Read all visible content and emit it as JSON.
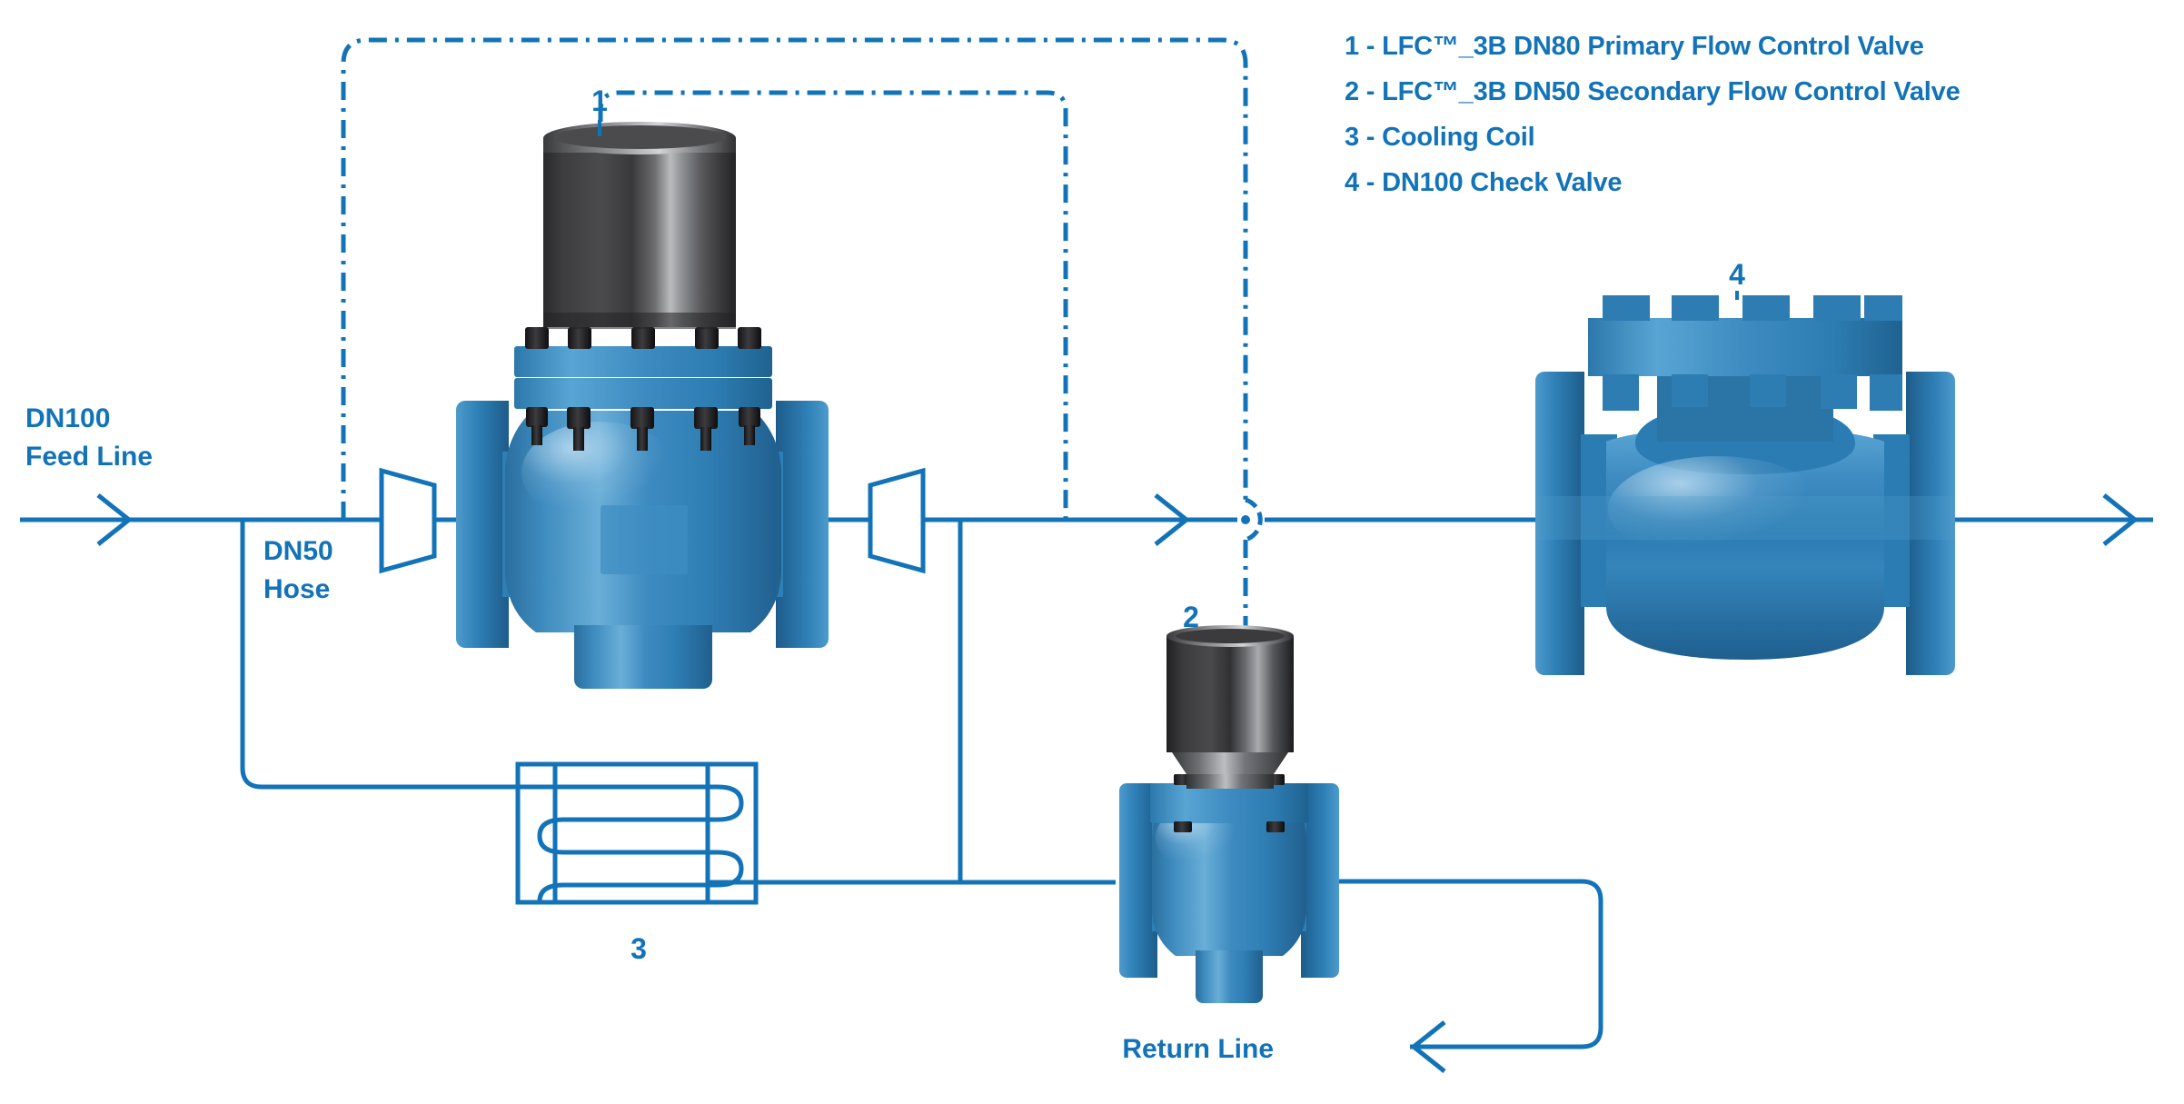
{
  "meta": {
    "title": "LFC 3B Flow Control Valve Piping Schematic",
    "accent_blue": "#1273b8",
    "line_blue": "#1273b8",
    "valve_blue": "#2b7fb5",
    "valve_blue_dark": "#1d5e8c",
    "valve_blue_light": "#5ba3d0",
    "actuator_dark": "#3a3a3c",
    "actuator_light": "#c9cbcd",
    "background": "#ffffff"
  },
  "legend": {
    "items": [
      {
        "number": "1",
        "dash": "-",
        "text": "LFC™_3B DN80 Primary Flow Control Valve"
      },
      {
        "number": "2",
        "dash": "-",
        "text": "LFC™_3B DN50 Secondary Flow Control Valve"
      },
      {
        "number": "3",
        "dash": "-",
        "text": "Cooling Coil"
      },
      {
        "number": "4",
        "dash": "-",
        "text": "DN100 Check Valve"
      }
    ],
    "lines": [
      "1 - LFC™_3B DN80 Primary Flow Control Valve",
      "2 - LFC™_3B DN50 Secondary Flow Control Valve",
      "3 - Cooling Coil",
      "4 - DN100 Check Valve"
    ]
  },
  "labels": {
    "feed_line_1": "DN100",
    "feed_line_2": "Feed Line",
    "hose_1": "DN50",
    "hose_2": "Hose",
    "return_line": "Return Line"
  },
  "callouts": {
    "primary_valve": "1",
    "secondary_valve": "2",
    "cooling_coil": "3",
    "check_valve": "4"
  },
  "components": [
    {
      "id": "1",
      "name": "Primary Flow Control Valve",
      "size": "DN80",
      "model": "LFC™_3B",
      "kind": "globe-control-valve"
    },
    {
      "id": "2",
      "name": "Secondary Flow Control Valve",
      "size": "DN50",
      "model": "LFC™_3B",
      "kind": "globe-control-valve"
    },
    {
      "id": "3",
      "name": "Cooling Coil",
      "size": "",
      "model": "",
      "kind": "serpentine-coil"
    },
    {
      "id": "4",
      "name": "Check Valve",
      "size": "DN100",
      "model": "",
      "kind": "swing-check-valve"
    }
  ]
}
